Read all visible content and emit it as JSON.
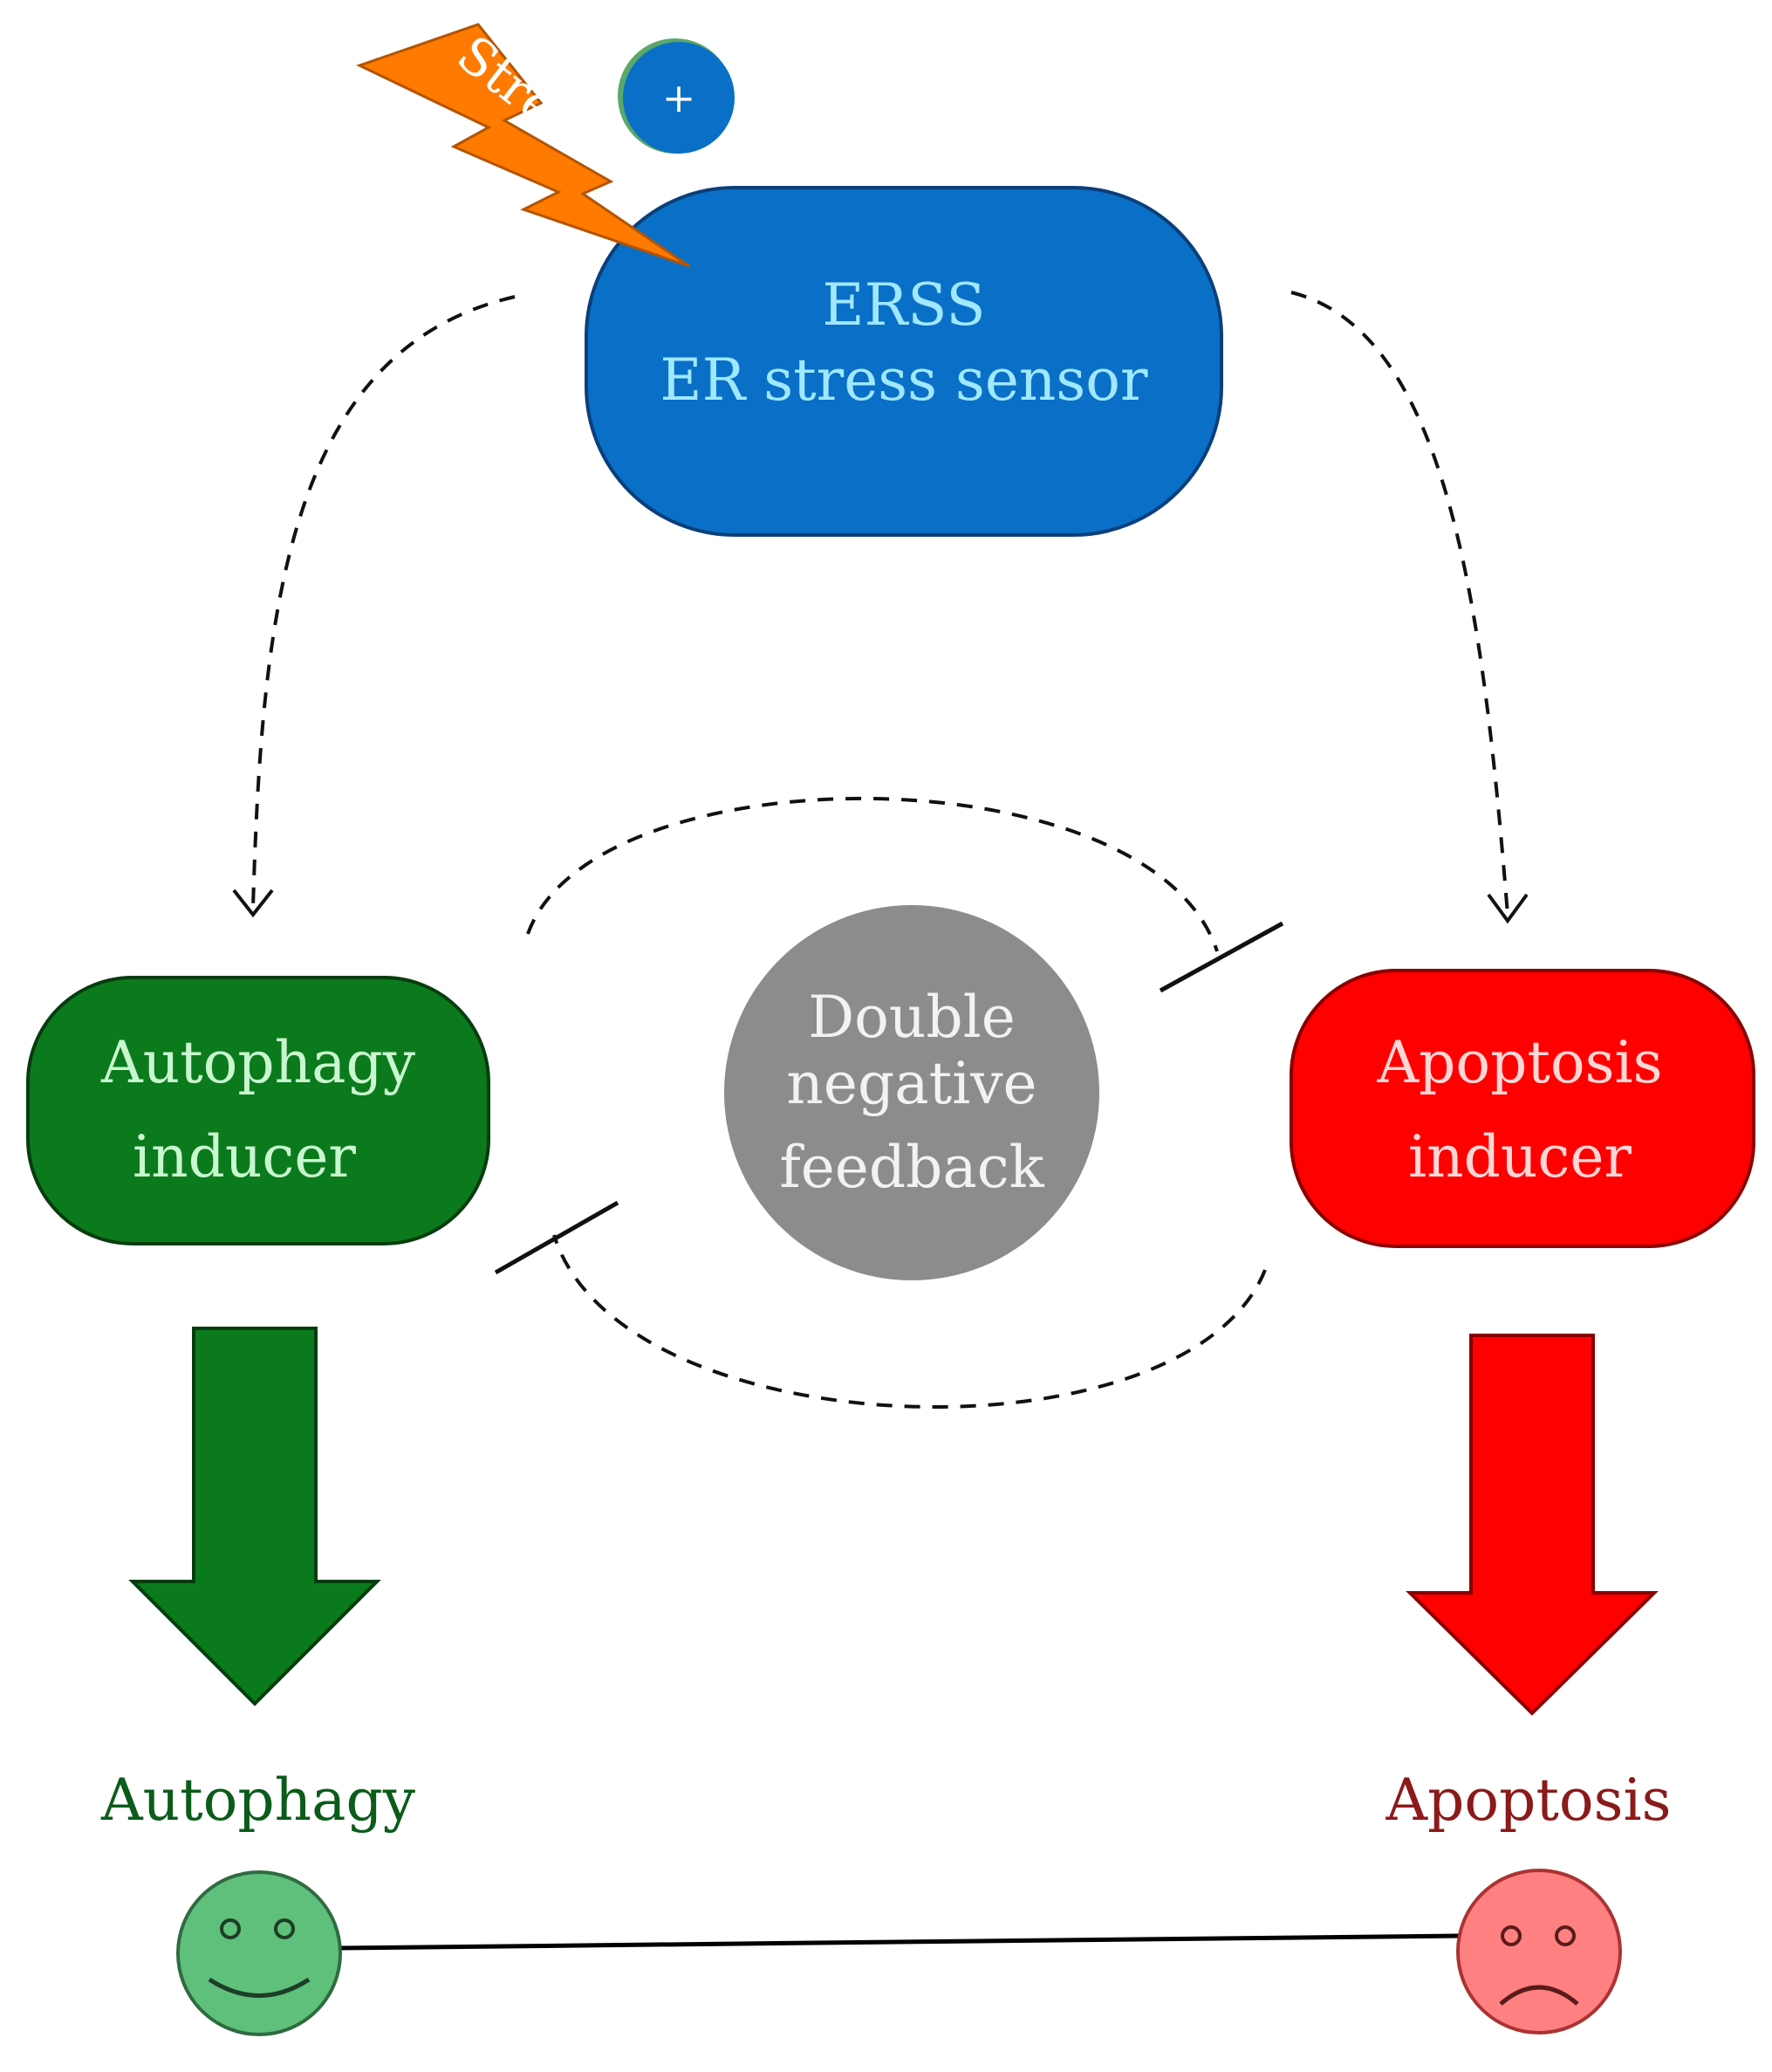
{
  "stress": {
    "label": "Stress",
    "plus": "+"
  },
  "ersi": {
    "line1": "ERSS",
    "line2": "ER stress sensor"
  },
  "autophagy_inducer": {
    "line1": "Autophagy",
    "line2": "inducer"
  },
  "apoptosis_inducer": {
    "line1": "Apoptosis",
    "line2": "inducer"
  },
  "feedback": {
    "line1": "Double",
    "line2": "negative",
    "line3": "feedback"
  },
  "outcomes": {
    "autophagy": "Autophagy",
    "apoptosis": "Apoptosis"
  },
  "faces": {
    "autophagy": "smiling-face-icon",
    "apoptosis": "sad-face-icon"
  },
  "colors": {
    "ersi_fill": "#0a6fc6",
    "ersi_text": "#9fe8ff",
    "autophagy_fill": "#0b7a1d",
    "autophagy_label": "#0b5c1a",
    "apoptosis_fill": "#ff0000",
    "apoptosis_label": "#8b1a1a",
    "feedback_fill": "#8c8c8c",
    "stress_fill": "#ff7a00",
    "happy_face": "#5fc07c",
    "sad_face": "#ff8080"
  }
}
